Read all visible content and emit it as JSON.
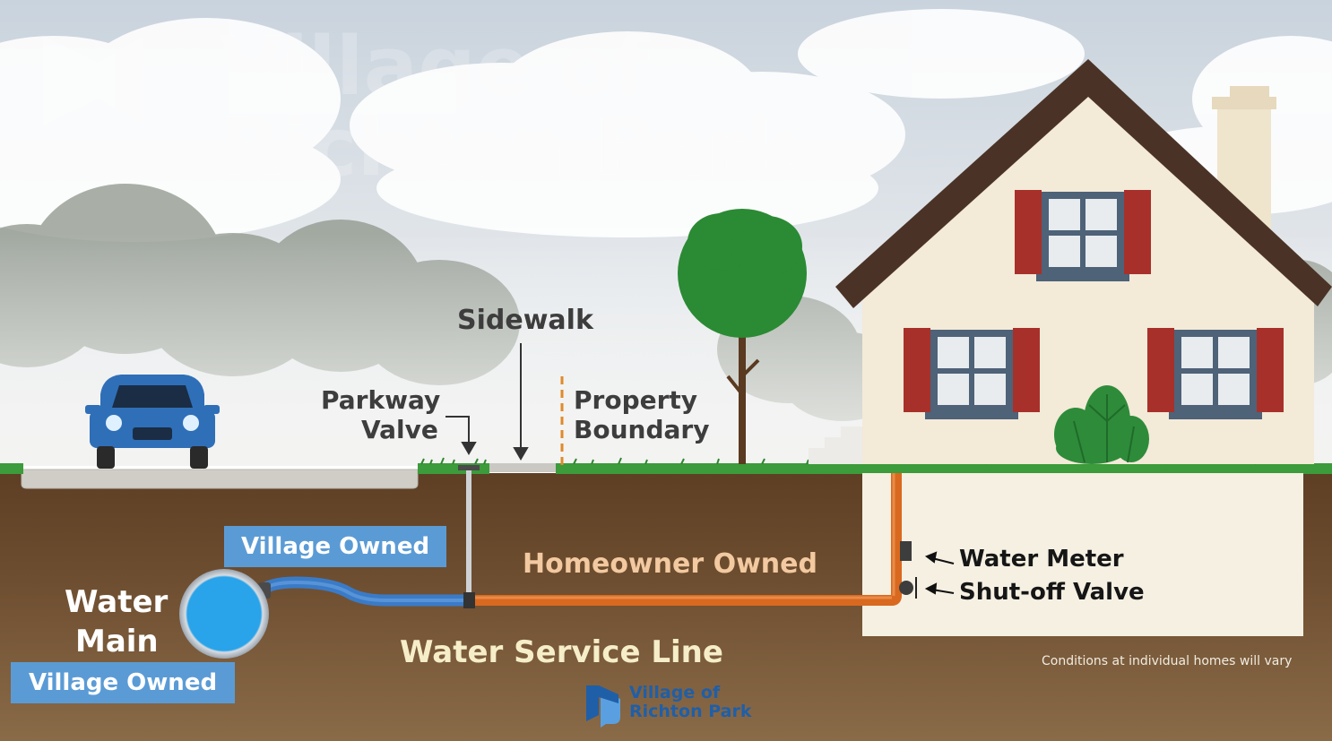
{
  "labels": {
    "sidewalk": "Sidewalk",
    "parkway_valve_line1": "Parkway",
    "parkway_valve_line2": "Valve",
    "property_boundary_line1": "Property",
    "property_boundary_line2": "Boundary",
    "homeowner_owned": "Homeowner Owned",
    "water_meter": "Water Meter",
    "shutoff_valve": "Shut-off Valve",
    "water_main_line1": "Water",
    "water_main_line2": "Main",
    "water_service_line": "Water Service Line",
    "conditions_note": "Conditions at individual homes will vary"
  },
  "badges": {
    "village_owned_service": "Village Owned",
    "village_owned_main": "Village Owned"
  },
  "logo": {
    "line1": "Village of",
    "line2": "Richton Park"
  },
  "watermark": {
    "line1": "Village of",
    "line2": "Richton Park"
  },
  "colors": {
    "village_pipe": "#3a7bc8",
    "homeowner_pipe": "#d9691f",
    "badge": "#5b9bd5",
    "soil": "#6e4e30",
    "grass": "#3c9b3a",
    "house_wall": "#f3ead8",
    "roof": "#4a3326",
    "shutters": "#a8302a",
    "car": "#2f6fb8",
    "water_main": "#2aa4e8"
  }
}
